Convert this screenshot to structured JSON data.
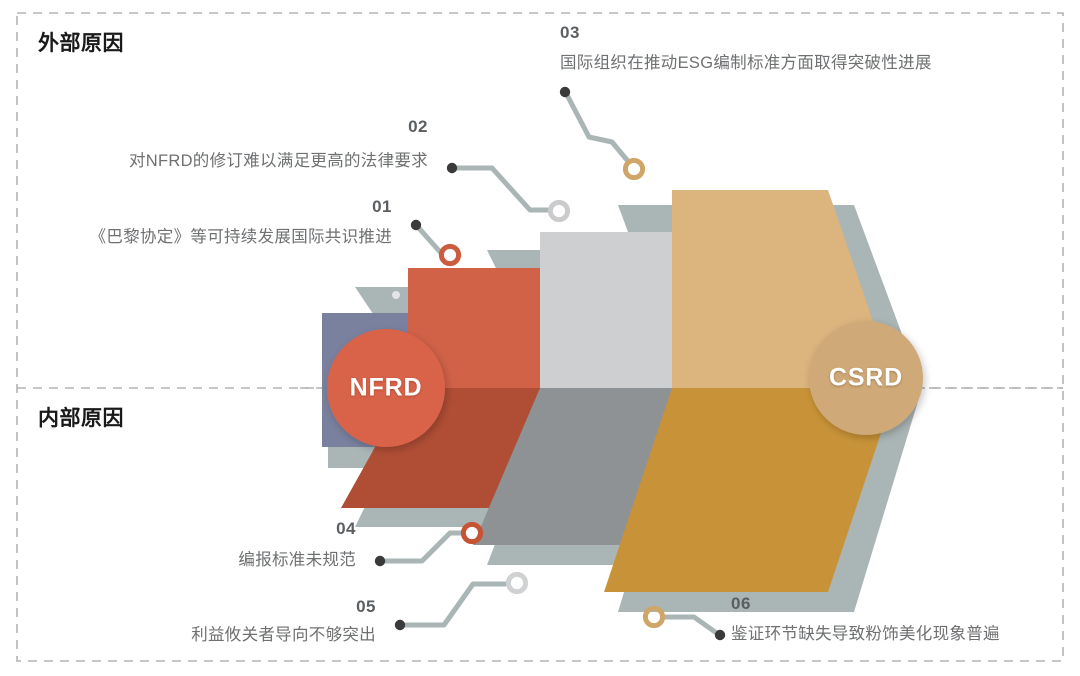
{
  "diagram": {
    "title_external": "外部原因",
    "title_internal": "内部原因",
    "start_node": "NFRD",
    "end_node": "CSRD",
    "items": [
      {
        "num": "01",
        "text": "《巴黎协定》等可持续发展国际共识推进",
        "marker_color": "#cd5b3e",
        "group": "external"
      },
      {
        "num": "02",
        "text": "对NFRD的修订难以满足更高的法律要求",
        "marker_color": "#c9cbcc",
        "group": "external"
      },
      {
        "num": "03",
        "text": "国际组织在推动ESG编制标准方面取得突破性进展",
        "marker_color": "#cfa667",
        "group": "external"
      },
      {
        "num": "04",
        "text": "编报标准未规范",
        "marker_color": "#c65434",
        "group": "internal"
      },
      {
        "num": "05",
        "text": "利益攸关者导向不够突出",
        "marker_color": "#cfd1d2",
        "group": "internal"
      },
      {
        "num": "06",
        "text": "鉴证环节缺失导致粉饰美化现象普遍",
        "marker_color": "#cfa667",
        "group": "internal"
      }
    ],
    "colors": {
      "chevron_orange_top": "#d16248",
      "chevron_orange_bottom": "#b04e35",
      "chevron_grey_top": "#cdcfd0",
      "chevron_grey_bottom": "#8e9295",
      "chevron_tan_top": "#dbb47e",
      "chevron_tan_bottom": "#c89338",
      "shadow": "#aab5b5",
      "square_blue": "#79819e",
      "circle_nfrd": "#d9634a",
      "circle_csrd": "#cfa977",
      "connector_line": "#aab5b5",
      "dot_dark": "#3a3a3a",
      "border_dash": "#b0b3b5"
    }
  }
}
